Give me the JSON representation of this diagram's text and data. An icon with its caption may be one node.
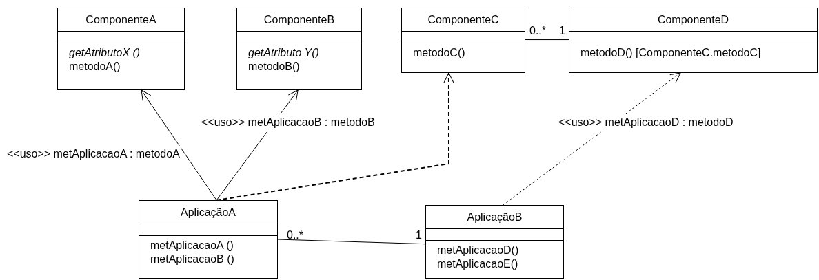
{
  "diagram": {
    "nodes": [
      {
        "text": [
          "ComponenteA",
          "*getAtributoX ()*",
          "metodoA()"
        ]
      },
      {
        "text": [
          "ComponenteB",
          "*getAtributo Y()*",
          "metodoB()"
        ]
      },
      {
        "text": [
          "ComponenteC",
          "metodoC()"
        ]
      },
      {
        "text": [
          "ComponenteD",
          "metodoD() [ComponenteC.metodoC]"
        ]
      },
      {
        "text": [
          "AplicaçãoA",
          "metAplicacaoA ()",
          "metAplicacaoB ()"
        ]
      },
      {
        "text": [
          "AplicaçãoB",
          "metAplicacaoD()",
          "metAplicacaoE()"
        ]
      }
    ],
    "edges": [
      {
        "from": 4,
        "to": 0,
        "arrow": "to",
        "label": "<<uso>> metAplicacaoA : metodoA"
      },
      {
        "from": 4,
        "to": 1,
        "arrow": "to",
        "label": "<<uso>> metAplicacaoB : metodoB"
      },
      {
        "from": 4,
        "to": 2,
        "arrow": "to",
        "style": "dashed"
      },
      {
        "from": 5,
        "to": 3,
        "arrow": "to",
        "style": "dashed",
        "label": "<<uso>> metAplicacaoD : metodoD"
      },
      {
        "from": 2,
        "to": 3,
        "arrow": "none"
      },
      {
        "from": 4,
        "to": 5,
        "arrow": "none"
      }
    ],
    "labels": [
      "0..*",
      "1",
      "0..*",
      "1"
    ]
  }
}
